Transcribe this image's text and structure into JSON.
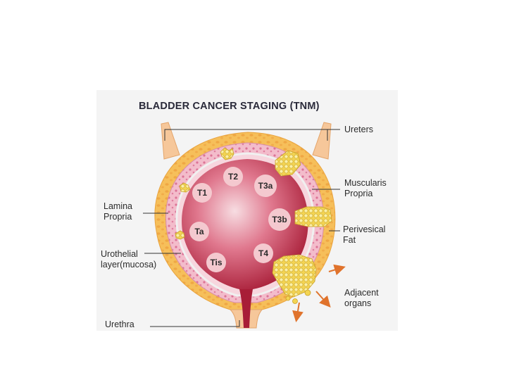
{
  "diagram": {
    "title": "BLADDER CANCER STAGING (TNM)",
    "labels": {
      "ureters": "Ureters",
      "muscularis": [
        "Muscularis",
        "Propria"
      ],
      "lamina": [
        "Lamina",
        "Propria"
      ],
      "perivesical": [
        "Perivesical",
        "Fat"
      ],
      "urothelial": [
        "Urothelial",
        "layer(mucosa)"
      ],
      "adjacent": [
        "Adjacent",
        "organs"
      ],
      "urethra": "Urethra"
    },
    "stages": [
      "T1",
      "T2",
      "T3a",
      "T3b",
      "Ta",
      "T4",
      "Tis"
    ]
  },
  "colors": {
    "panel_bg": "#f4f4f4",
    "fat": "#f4b34a",
    "muscle": "#f2b8c8",
    "lumen": "#b8243d",
    "tumor": "#f6df6a",
    "arrow": "#e0732c",
    "leader": "#333333"
  }
}
